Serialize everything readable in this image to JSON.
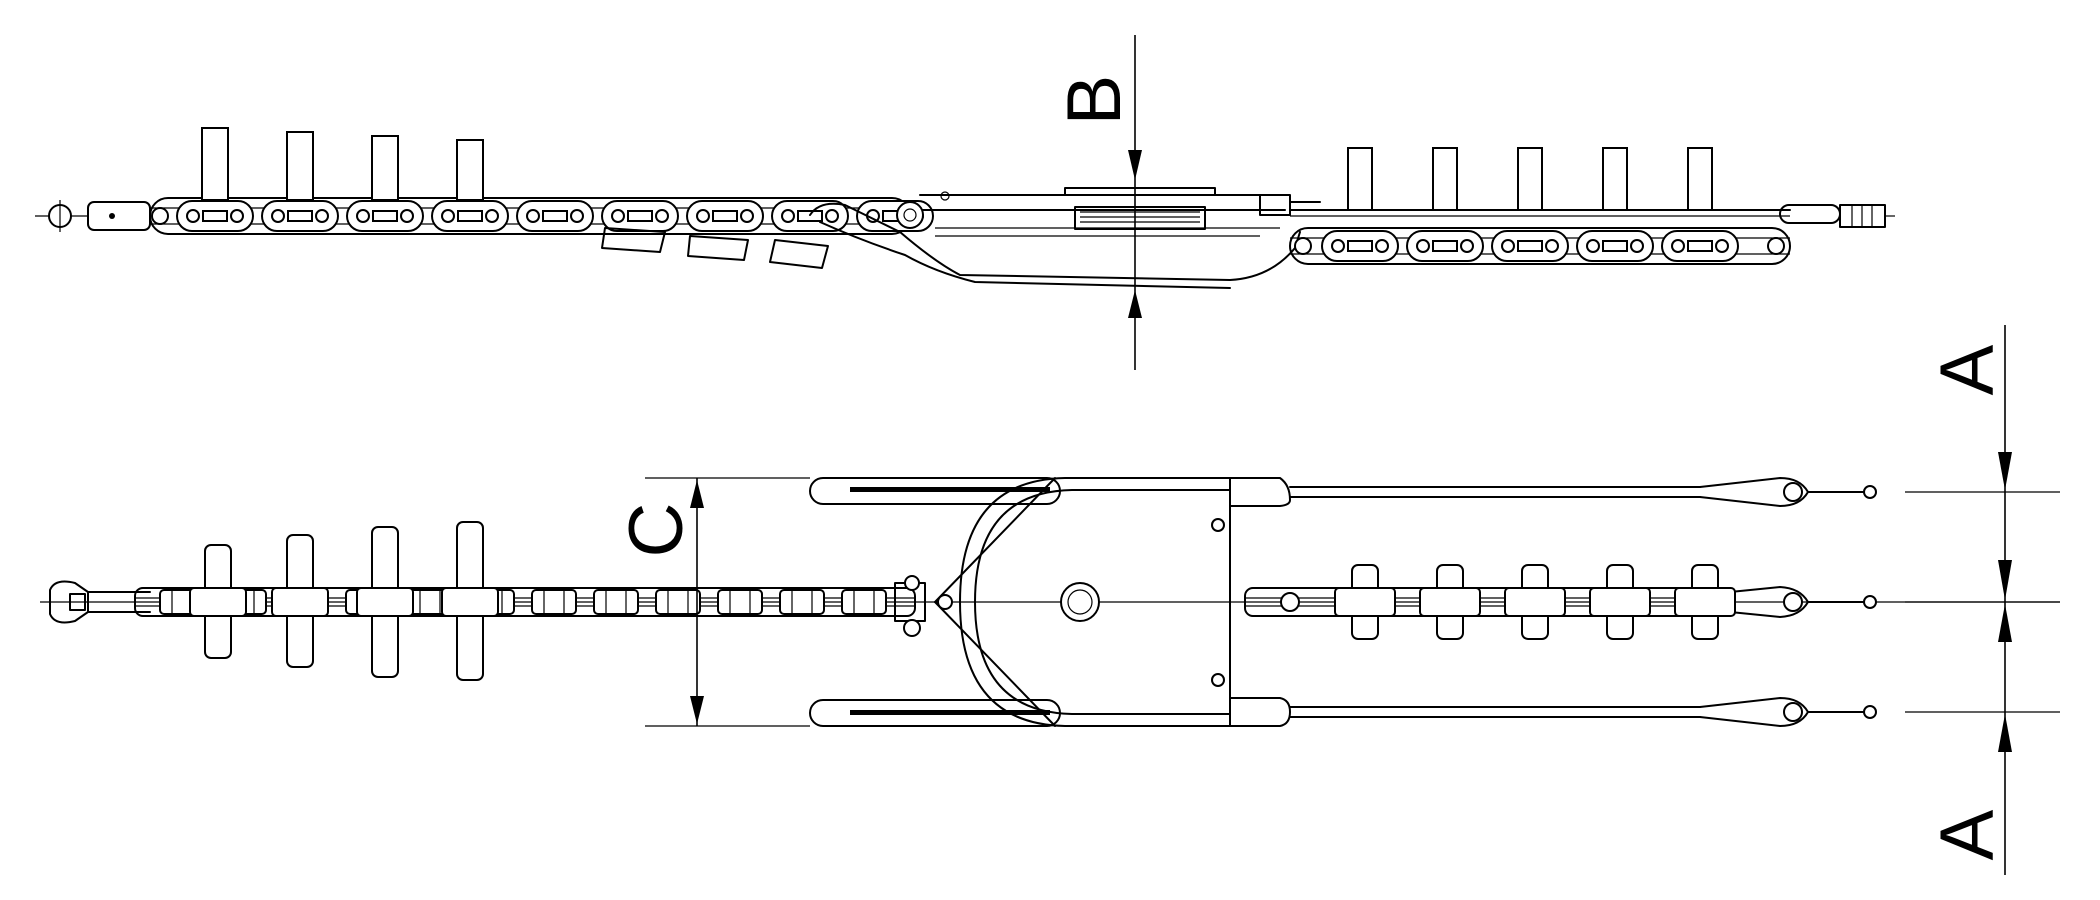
{
  "diagram": {
    "dimension_labels": {
      "B": "B",
      "C": "C",
      "A_top": "A",
      "A_bottom": "A"
    }
  }
}
